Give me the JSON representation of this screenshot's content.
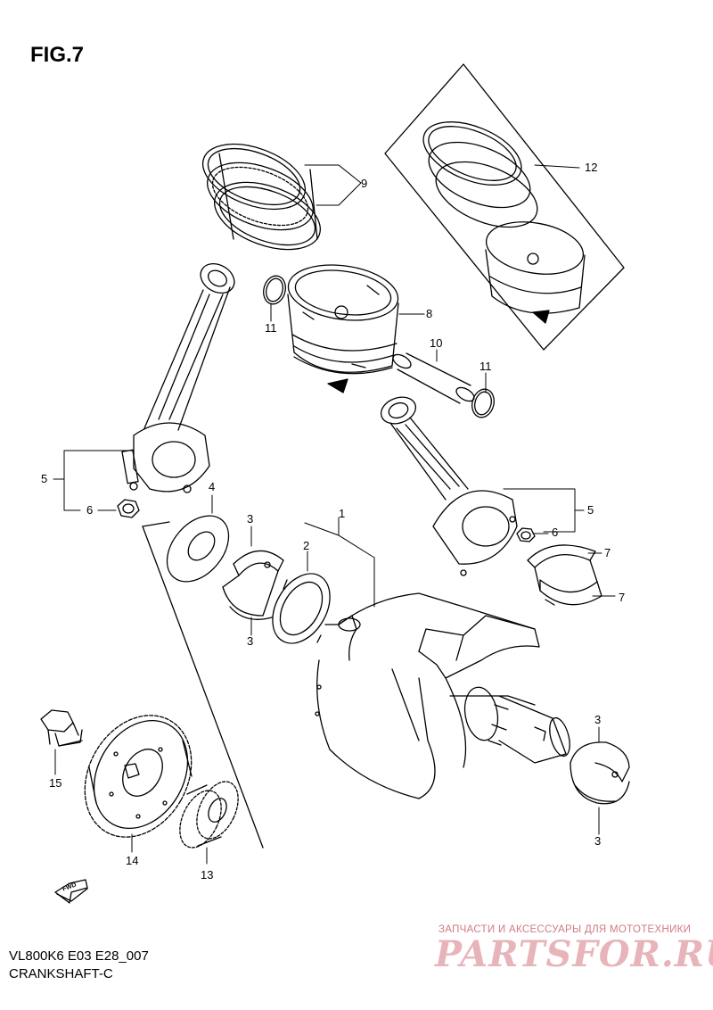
{
  "title": "FIG.7",
  "model_code": "VL800K6 E03 E28_007",
  "section_name": "CRANKSHAFT-C",
  "watermark": {
    "tagline": "ЗАПЧАСТИ И АКСЕССУАРЫ ДЛЯ МОТОТЕХНИКИ",
    "brand": "PARTSFOR.RU"
  },
  "fwd_label": "FWD",
  "callouts": [
    {
      "id": "c1",
      "label": "1"
    },
    {
      "id": "c2",
      "label": "2"
    },
    {
      "id": "c3a",
      "label": "3"
    },
    {
      "id": "c3b",
      "label": "3"
    },
    {
      "id": "c3c",
      "label": "3"
    },
    {
      "id": "c3d",
      "label": "3"
    },
    {
      "id": "c4",
      "label": "4"
    },
    {
      "id": "c5a",
      "label": "5"
    },
    {
      "id": "c5b",
      "label": "5"
    },
    {
      "id": "c6a",
      "label": "6"
    },
    {
      "id": "c6b",
      "label": "6"
    },
    {
      "id": "c7a",
      "label": "7"
    },
    {
      "id": "c7b",
      "label": "7"
    },
    {
      "id": "c8",
      "label": "8"
    },
    {
      "id": "c9",
      "label": "9"
    },
    {
      "id": "c10",
      "label": "10"
    },
    {
      "id": "c11a",
      "label": "11"
    },
    {
      "id": "c11b",
      "label": "11"
    },
    {
      "id": "c12",
      "label": "12"
    },
    {
      "id": "c13",
      "label": "13"
    },
    {
      "id": "c14",
      "label": "14"
    },
    {
      "id": "c15",
      "label": "15"
    }
  ]
}
